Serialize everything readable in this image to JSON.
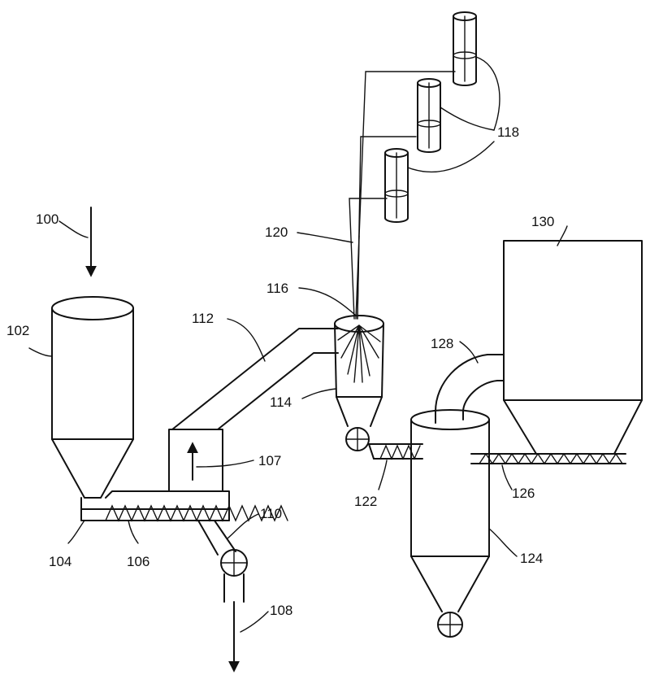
{
  "labels": {
    "l100": "100",
    "l102": "102",
    "l104": "104",
    "l106": "106",
    "l107": "107",
    "l108": "108",
    "l110": "110",
    "l112": "112",
    "l114": "114",
    "l116": "116",
    "l118": "118",
    "l120": "120",
    "l122": "122",
    "l124": "124",
    "l126": "126",
    "l128": "128",
    "l130": "130"
  }
}
